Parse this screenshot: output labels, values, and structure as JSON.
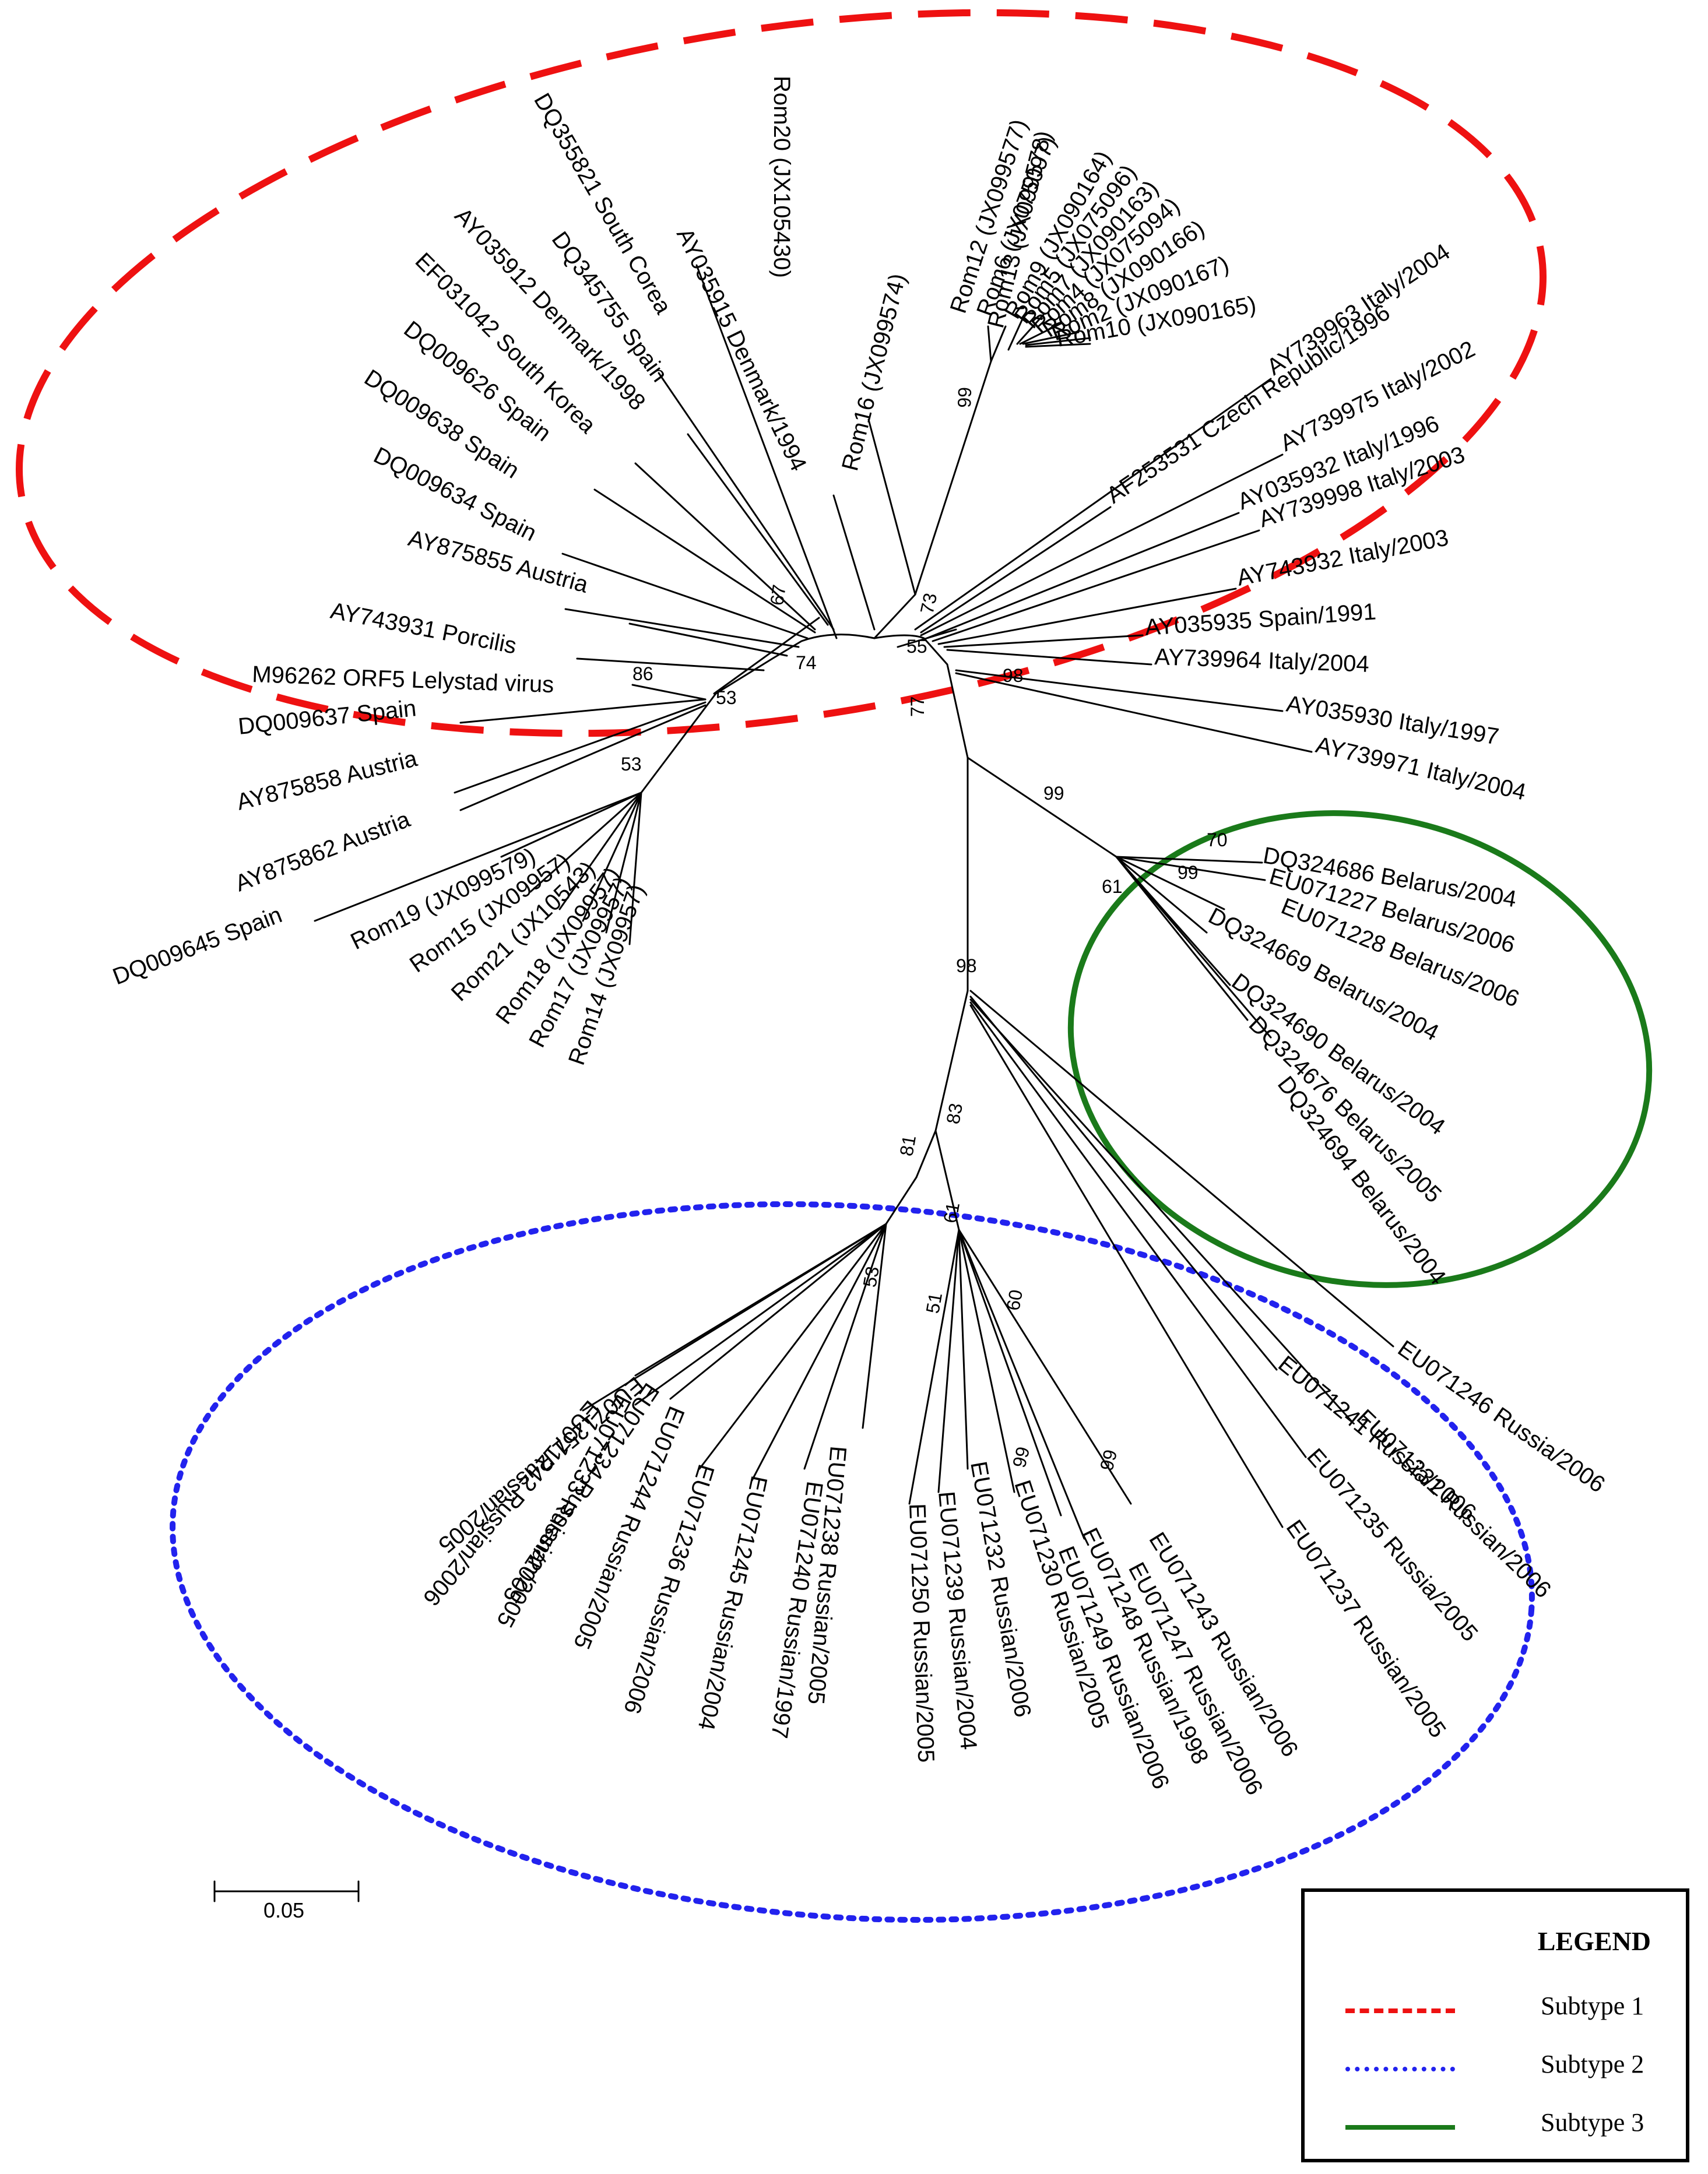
{
  "legend": {
    "title": "LEGEND",
    "items": [
      {
        "label": "Subtype 1",
        "color": "#ee1111",
        "style": "dashed"
      },
      {
        "label": "Subtype 2",
        "color": "#2222ee",
        "style": "dotted"
      },
      {
        "label": "Subtype 3",
        "color": "#1a7a1a",
        "style": "solid"
      }
    ]
  },
  "scale_bar": {
    "label": "0.05"
  },
  "leaves": [
    "DQ355821 South Corea",
    "DQ345755 Spain",
    "AY035912 Denmark/1998",
    "EF031042 South Korea",
    "DQ009626 Spain",
    "DQ009638 Spain",
    "DQ009634 Spain",
    "AY875855 Austria",
    "AY743931 Porcilis",
    "M96262 ORF5 Lelystad virus",
    "DQ009637 Spain",
    "AY875858 Austria",
    "AY875862 Austria",
    "DQ009645 Spain",
    "Rom19 (JX099579)",
    "Rom15 (JX09957)",
    "Rom21 (JX10543)",
    "Rom18 (JX09957)",
    "Rom17 (JX09957)",
    "Rom14 (JX09957)",
    "AY035915 Denmark/1994",
    "Rom16 (JX099574)",
    "Rom20 (JX105430)",
    "Rom12 (JX099577)",
    "Rom6 (JX075097)",
    "Rom13 (JX099578)",
    "Rom9 (JX090164)",
    "Rom5 (JX075096)",
    "Rom7 (JX090163)",
    "Rom4 (JX075094)",
    "Rom8 (JX090166)",
    "Rom2 (JX090167)",
    "Rom10 (JX090165)",
    "AY739963 Italy/2004",
    "AF253531 Czech Republic/1996",
    "AY739975 Italy/2002",
    "AY035932 Italy/1996",
    "AY739998 Italy/2003",
    "AY743932 Italy/2003",
    "AY035935 Spain/1991",
    "AY739964 Italy/2004",
    "AY035930 Italy/1997",
    "AY739971 Italy/2004",
    "DQ324686 Belarus/2004",
    "EU071227 Belarus/2006",
    "EU071228 Belarus/2006",
    "DQ324669 Belarus/2004",
    "DQ324690 Belarus/2004",
    "DQ324676 Belarus/2005",
    "DQ324694 Belarus/2004",
    "EU071246 Russia/2006",
    "EU071241 Russia/2006",
    "EU071231 Russian/2006",
    "EU071235 Russia/2005",
    "EU071237 Russian/2005",
    "EU071243 Russian/2006",
    "EU071247 Russian/2006",
    "EU071248 Russian/1998",
    "EU071249 Russian/2006",
    "EU071230 Russian/2005",
    "EU071232 Russian/2006",
    "EU071239 Russian/2004",
    "EU071250 Russian/2005",
    "EU071238 Russian/2005",
    "EU071240 Russian/1997",
    "EU071245 Russian/2004",
    "EU071236 Russian/2006",
    "EU071244 Russian/2005",
    "EU071233 Russian/2005",
    "EU071234 Russian/2005",
    "EU071242 Russian/2006",
    "EU071251 Russian/2005"
  ],
  "supports": [
    "67",
    "74",
    "53",
    "86",
    "53",
    "73",
    "99",
    "55",
    "77",
    "98",
    "99",
    "70",
    "99",
    "61",
    "98",
    "83",
    "81",
    "61",
    "53",
    "51",
    "60",
    "99",
    "99"
  ]
}
